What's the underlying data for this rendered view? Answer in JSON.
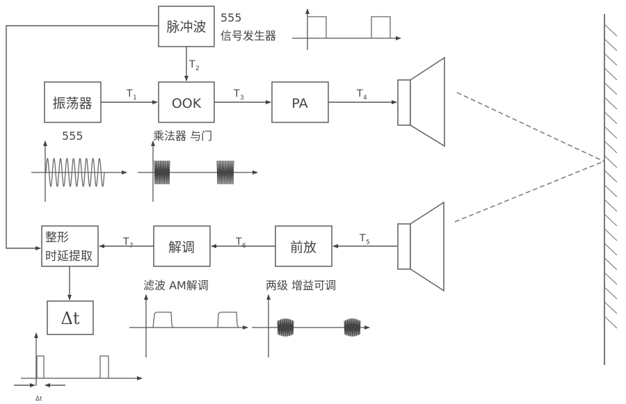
{
  "blocks": {
    "pulse": "脉冲波",
    "oscillator": "振荡器",
    "ook": "OOK",
    "pa": "PA",
    "shaping_line1": "整形",
    "shaping_line2": "时延提取",
    "demod": "解调",
    "preamp": "前放",
    "delta_t": "Δt"
  },
  "signals": {
    "T": "T",
    "t1": "1",
    "t2": "2",
    "t3": "3",
    "t4": "4",
    "t5": "5",
    "t6": "6",
    "t7": "7"
  },
  "annotations": {
    "pulse_gen_line1": "555",
    "pulse_gen_line2": "信号发生器",
    "osc_note": "555",
    "ook_note": "乘法器 与门",
    "demod_note": "滤波  AM解调",
    "preamp_note": "两级 增益可调",
    "delta_t_small": "Δt"
  },
  "colors": {
    "line": "#555555",
    "text": "#444444",
    "dash": "#777777"
  }
}
